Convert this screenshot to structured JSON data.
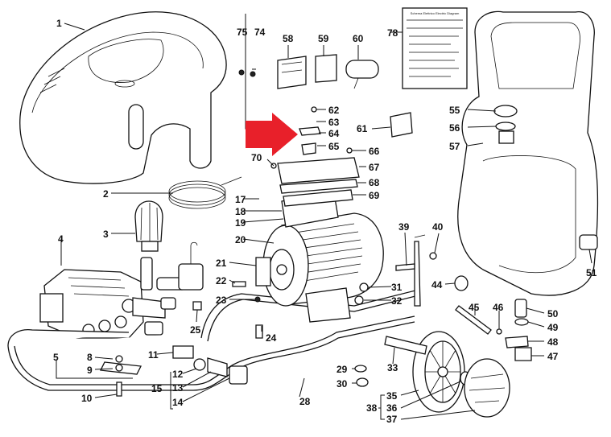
{
  "diagram": {
    "labels": [
      "1",
      "2",
      "3",
      "4",
      "5",
      "8",
      "9",
      "10",
      "11",
      "12",
      "13",
      "14",
      "15",
      "17",
      "18",
      "19",
      "20",
      "21",
      "22",
      "23",
      "24",
      "25",
      "28",
      "29",
      "30",
      "31",
      "32",
      "33",
      "35",
      "36",
      "37",
      "38",
      "39",
      "40",
      "44",
      "45",
      "46",
      "47",
      "48",
      "49",
      "50",
      "51",
      "55",
      "56",
      "57",
      "58",
      "59",
      "60",
      "61",
      "62",
      "63",
      "64",
      "65",
      "66",
      "67",
      "68",
      "69",
      "70",
      "74",
      "75",
      "78"
    ],
    "schema_title": "Schema Elettrico  Electric Diagram",
    "accent_color": "#e8202a"
  }
}
